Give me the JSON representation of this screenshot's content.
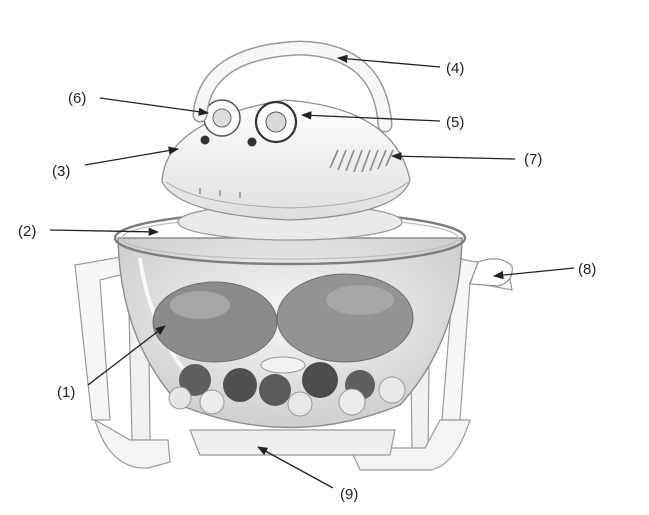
{
  "labels": [
    {
      "id": "1",
      "text": "(1)"
    },
    {
      "id": "2",
      "text": "(2)"
    },
    {
      "id": "3",
      "text": "(3)"
    },
    {
      "id": "4",
      "text": "(4)"
    },
    {
      "id": "5",
      "text": "(5)"
    },
    {
      "id": "6",
      "text": "(6)"
    },
    {
      "id": "7",
      "text": "(7)"
    },
    {
      "id": "8",
      "text": "(8)"
    },
    {
      "id": "9",
      "text": "(9)"
    }
  ],
  "colors": {
    "plastic": "#f4f4f4",
    "outline": "#9a9a9a",
    "glass": "#dcdcdc",
    "food": "#8a8a8a",
    "text": "#222222"
  }
}
